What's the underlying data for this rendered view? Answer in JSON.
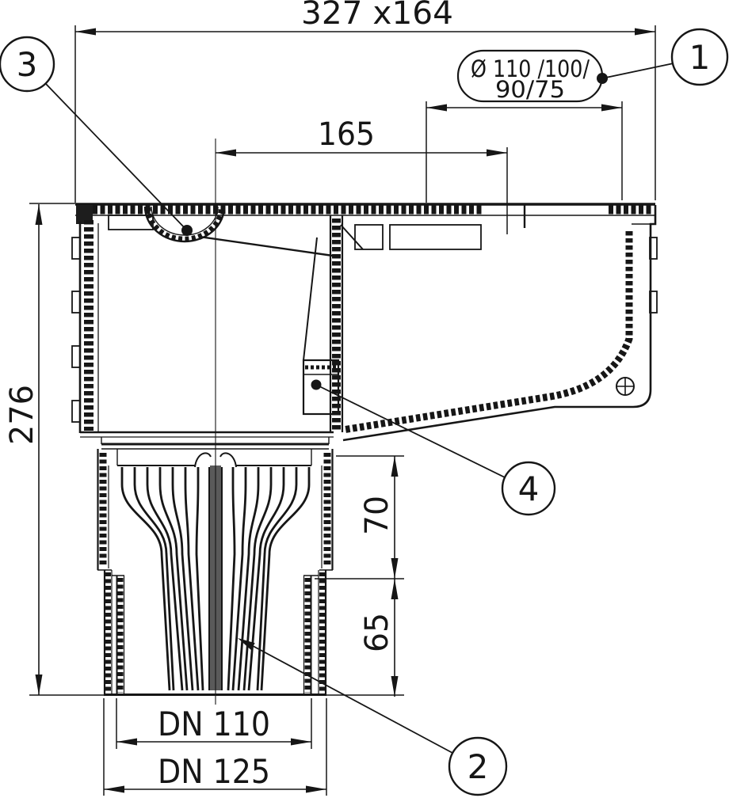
{
  "drawing": {
    "type": "technical-cross-section",
    "dimensions": {
      "overall": "327 x164",
      "inlet_offset": "165",
      "total_height": "276",
      "upper_section": "70",
      "lower_section": "65",
      "outlet_pipe": "DN 110",
      "outlet_socket": "DN 125"
    },
    "labels": {
      "oval_line1": "Ø 110 /100/",
      "oval_line2": "90/75"
    },
    "callouts": {
      "c1": "1",
      "c2": "2",
      "c3": "3",
      "c4": "4"
    },
    "colors": {
      "line": "#161616",
      "background": "#ffffff"
    }
  }
}
